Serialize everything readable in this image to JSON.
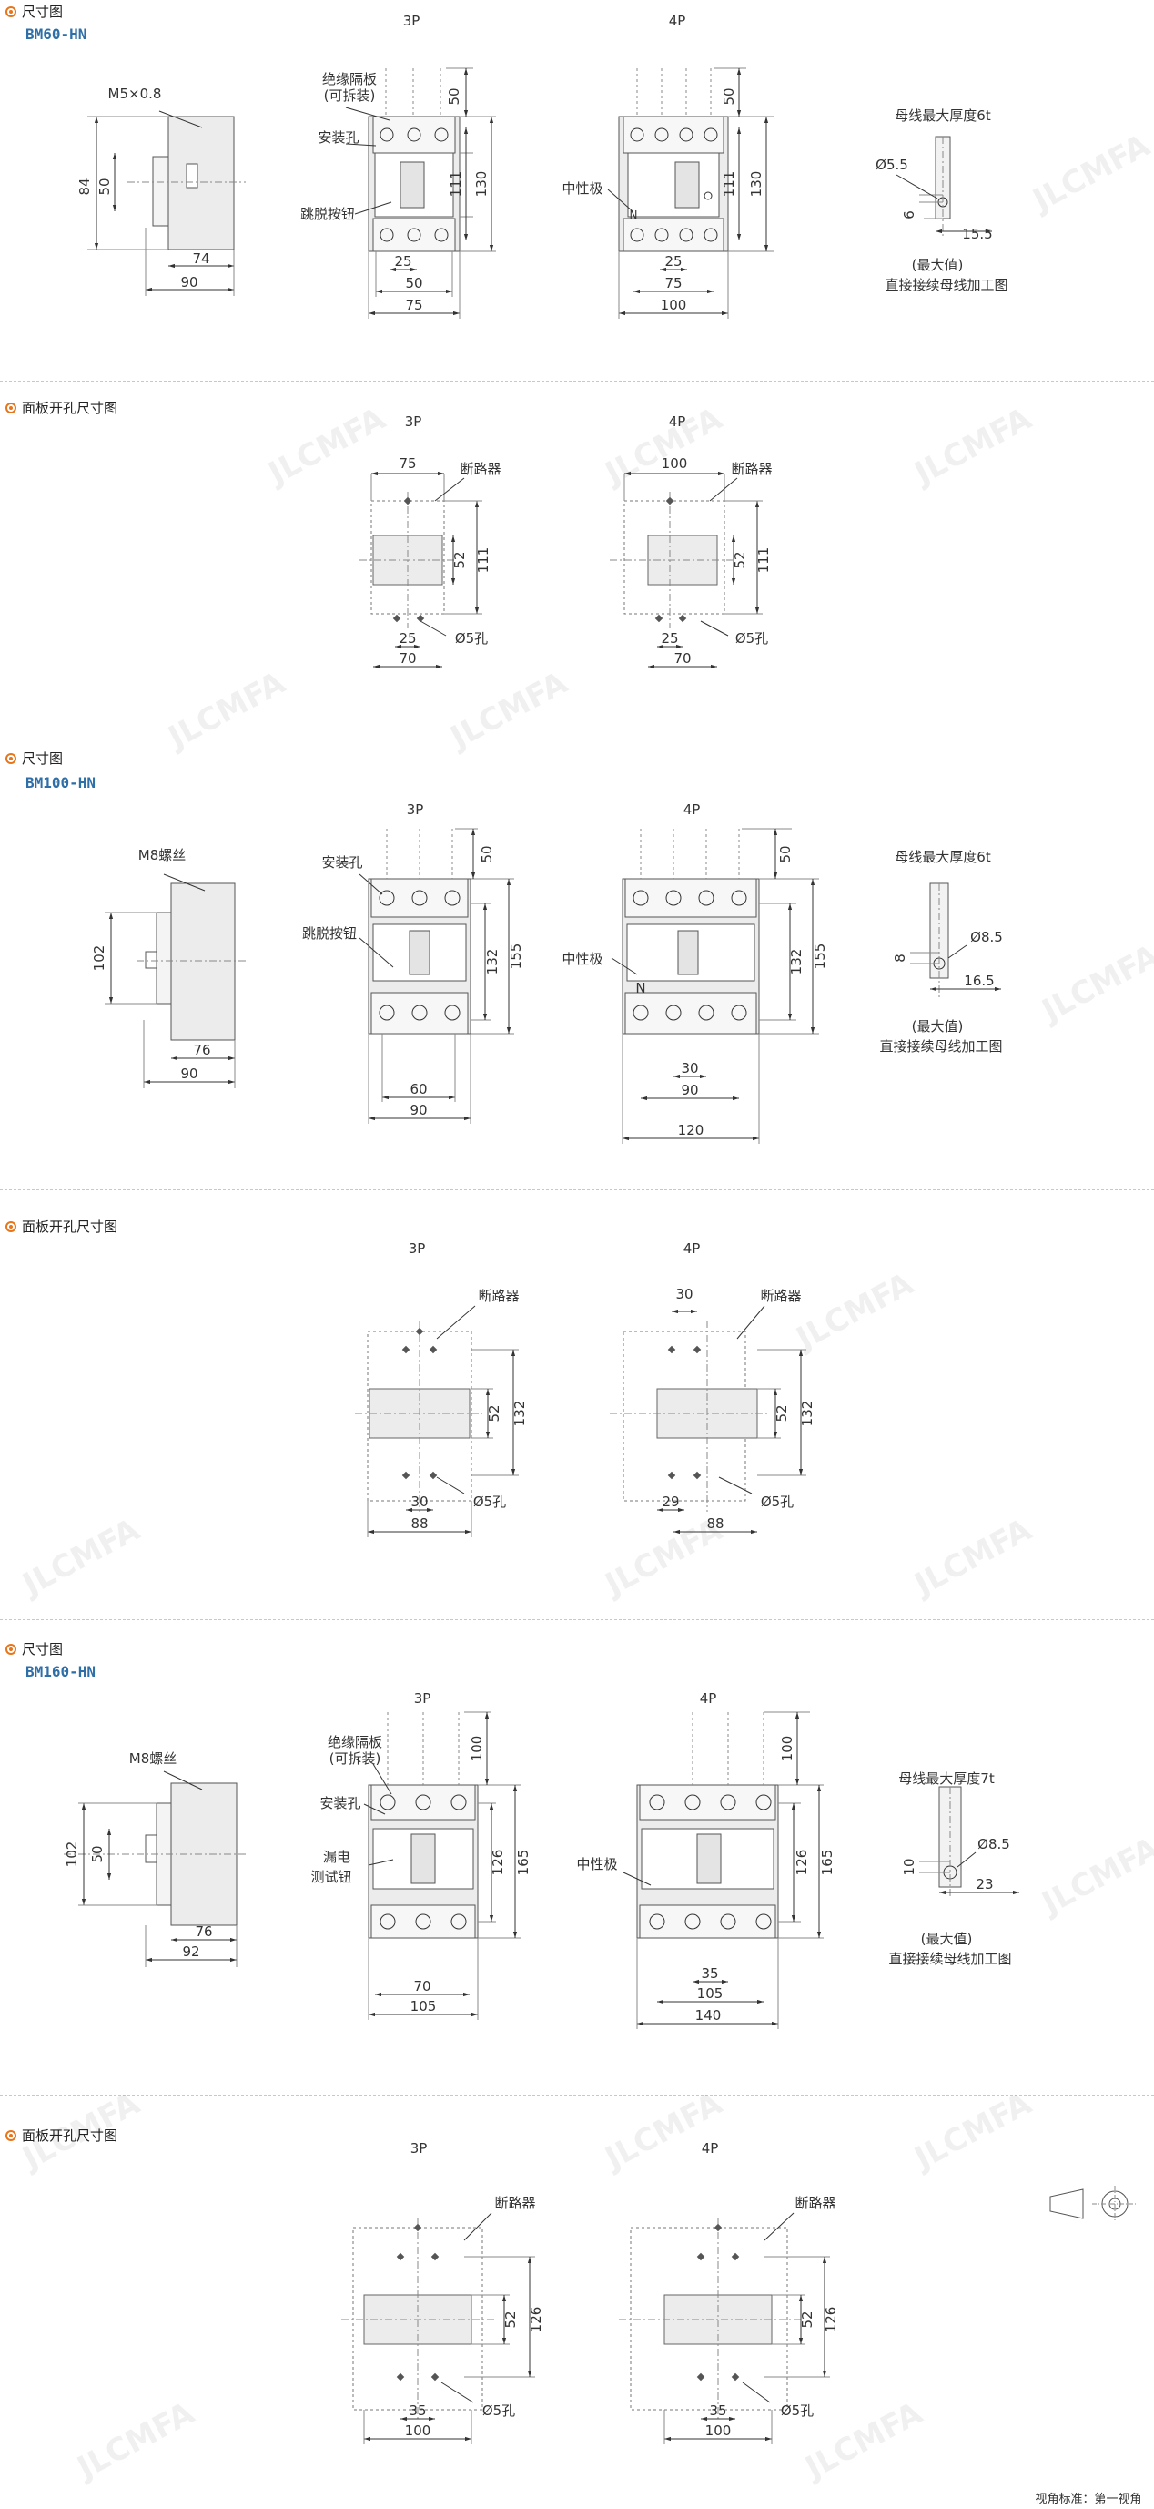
{
  "sections": [
    {
      "head": "尺寸图",
      "model": "BM60-HN"
    },
    {
      "head": "面板开孔尺寸图"
    },
    {
      "head": "尺寸图",
      "model": "BM100-HN"
    },
    {
      "head": "面板开孔尺寸图"
    },
    {
      "head": "尺寸图",
      "model": "BM160-HN"
    },
    {
      "head": "面板开孔尺寸图"
    }
  ],
  "labels": {
    "p3": "3P",
    "p4": "4P",
    "m5": "M5×0.8",
    "m8": "M8螺丝",
    "insulation1": "绝缘隔板",
    "insulation2": "(可拆装)",
    "mount_hole": "安装孔",
    "trip_button": "跳脱按钮",
    "neutral": "中性极",
    "n": "N",
    "breaker": "断路器",
    "hole5": "Ø5孔",
    "busbar6": "母线最大厚度6t",
    "busbar7": "母线最大厚度7t",
    "max": "(最大值)",
    "busbar_process": "直接接续母线加工图",
    "leak1": "漏电",
    "leak2": "测试钮",
    "view_std": "视角标准：第一视角"
  },
  "bm60": {
    "side": {
      "m": "M5×0.8",
      "h84": "84",
      "h50": "50",
      "w74": "74",
      "w90": "90"
    },
    "p3": {
      "t50": "50",
      "h111": "111",
      "h130": "130",
      "w25": "25",
      "w50": "50",
      "w75": "75"
    },
    "p4": {
      "t50": "50",
      "h111": "111",
      "h130": "130",
      "w25": "25",
      "w75": "75",
      "w100": "100"
    },
    "bus": {
      "d": "Ø5.5",
      "t": "6",
      "w": "15.5"
    }
  },
  "bm60_cut": {
    "p3": {
      "w75": "75",
      "h52": "52",
      "h111": "111",
      "w25": "25",
      "w70": "70"
    },
    "p4": {
      "w100": "100",
      "h52": "52",
      "h111": "111",
      "w25": "25",
      "w70": "70"
    }
  },
  "bm100": {
    "side": {
      "h102": "102",
      "w76": "76",
      "w90": "90"
    },
    "p3": {
      "t50": "50",
      "h132": "132",
      "h155": "155",
      "w60": "60",
      "w90": "90"
    },
    "p4": {
      "t50": "50",
      "h132": "132",
      "h155": "155",
      "w30": "30",
      "w90": "90",
      "w120": "120"
    },
    "bus": {
      "d": "Ø8.5",
      "t": "8",
      "w": "16.5"
    }
  },
  "bm100_cut": {
    "p3": {
      "h52": "52",
      "h132": "132",
      "w30": "30",
      "w88": "88"
    },
    "p4": {
      "t30": "30",
      "h52": "52",
      "h132": "132",
      "w29": "29",
      "w88": "88"
    }
  },
  "bm160": {
    "side": {
      "h102": "102",
      "h50": "50",
      "w76": "76",
      "w92": "92"
    },
    "p3": {
      "t100": "100",
      "h126": "126",
      "h165": "165",
      "w70": "70",
      "w105": "105"
    },
    "p4": {
      "t100": "100",
      "h126": "126",
      "h165": "165",
      "w35": "35",
      "w105": "105",
      "w140": "140"
    },
    "bus": {
      "d": "Ø8.5",
      "t": "10",
      "w": "23"
    }
  },
  "bm160_cut": {
    "p3": {
      "h52": "52",
      "h126": "126",
      "w35": "35",
      "w100": "100"
    },
    "p4": {
      "h52": "52",
      "h126": "126",
      "w35": "35",
      "w100": "100"
    }
  },
  "watermark": "JLCMFA"
}
